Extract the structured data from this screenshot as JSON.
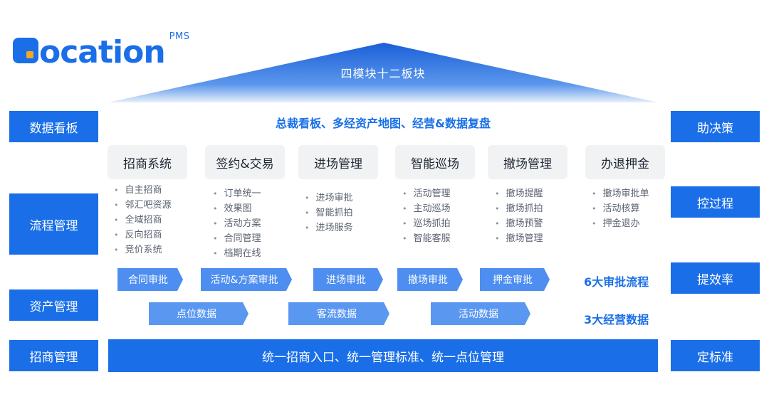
{
  "logo": {
    "word": "ocation",
    "sup": "PMS"
  },
  "roof": {
    "title": "四模块十二板块"
  },
  "headline": "总裁看板、多经资产地图、经营&数据复盘",
  "left_labels": [
    "数据看板",
    "流程管理",
    "资产管理",
    "招商管理"
  ],
  "right_labels": [
    "助决策",
    "控过程",
    "提效率",
    "定标准"
  ],
  "modules": [
    {
      "title": "招商系统",
      "items": [
        "自主招商",
        "邻汇吧资源",
        "全域招商",
        "反向招商",
        "竞价系统"
      ]
    },
    {
      "title": "签约&交易",
      "items": [
        "订单统一",
        "效果图",
        "活动方案",
        "合同管理",
        "档期在线"
      ]
    },
    {
      "title": "进场管理",
      "items": [
        "进场审批",
        "智能抓拍",
        "进场服务"
      ]
    },
    {
      "title": "智能巡场",
      "items": [
        "活动管理",
        "主动巡场",
        "巡场抓拍",
        "智能客服"
      ]
    },
    {
      "title": "撤场管理",
      "items": [
        "撤场提醒",
        "撤场抓拍",
        "撤场预警",
        "撤场管理"
      ]
    },
    {
      "title": "办退押金",
      "items": [
        "撤场审批单",
        "活动核算",
        "押金退办"
      ]
    }
  ],
  "approval_flows": [
    "合同审批",
    "活动&方案审批",
    "进场审批",
    "撤场审批",
    "押金审批"
  ],
  "approval_note": "6大审批流程",
  "data_flows": [
    "点位数据",
    "客流数据",
    "活动数据"
  ],
  "data_note": "3大经营数据",
  "bottom_bar": "统一招商入口、统一管理标准、统一点位管理",
  "colors": {
    "primary": "#1a6fe8",
    "chevron": "#4d8ef0",
    "logo_accent": "#f5a623",
    "module_bg": "#f1f2f4"
  }
}
